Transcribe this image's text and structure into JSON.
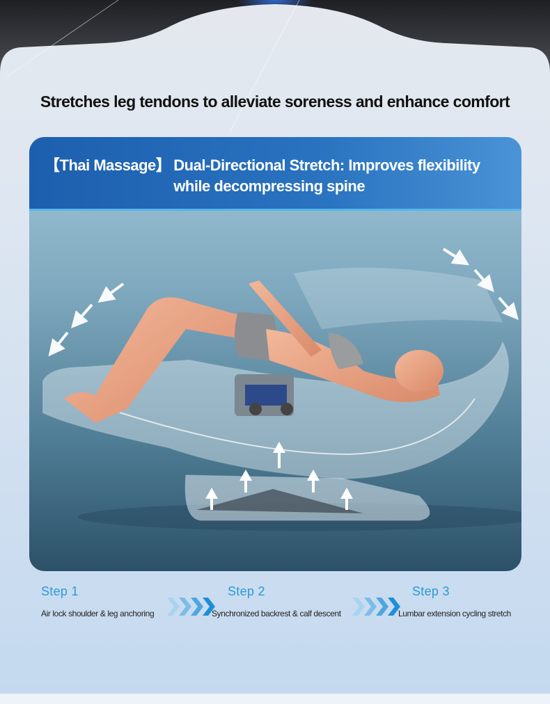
{
  "headline": "Stretches leg tendons to alleviate soreness and enhance comfort",
  "card": {
    "tag": "【Thai Massage】",
    "title": "Dual-Directional Stretch: Improves flexibility while decompressing spine",
    "illustration": "massage-chair-stretch-illustration"
  },
  "steps": [
    {
      "label": "Step 1",
      "description": "Air lock shoulder & leg anchoring"
    },
    {
      "label": "Step 2",
      "description": "Synchronized backrest & calf descent"
    },
    {
      "label": "Step 3",
      "description": "Lumbar extension cycling stretch"
    }
  ],
  "colors": {
    "header_blue": "#1c5fae",
    "step_blue": "#2b9ad8",
    "panel_bg": "#c8dcf0",
    "card_dark": "#2c5168"
  }
}
